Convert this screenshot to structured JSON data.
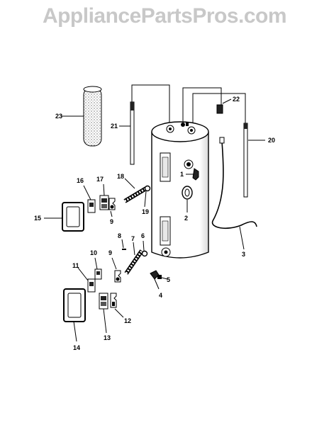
{
  "watermark": "AppliancePartsPros.com",
  "callouts": {
    "c1": "1",
    "c2": "2",
    "c3": "3",
    "c4": "4",
    "c5": "5",
    "c6": "6",
    "c7": "7",
    "c8": "8",
    "c9a": "9",
    "c9b": "9",
    "c10": "10",
    "c11": "11",
    "c12": "12",
    "c13": "13",
    "c14": "14",
    "c15": "15",
    "c16": "16",
    "c17": "17",
    "c18": "18",
    "c19": "19",
    "c20": "20",
    "c21": "21",
    "c22": "22",
    "c23": "23"
  },
  "colors": {
    "line": "#000000",
    "watermark": "#c8c8c8",
    "background": "#ffffff"
  }
}
